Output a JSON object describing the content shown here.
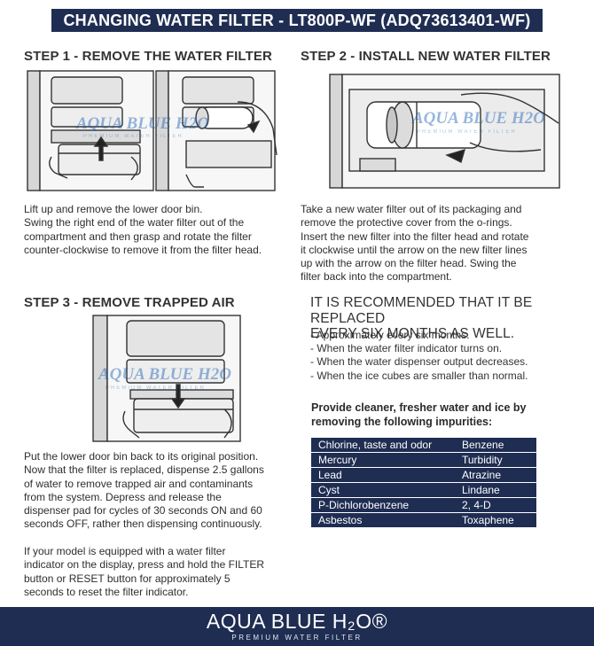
{
  "header": {
    "title": "CHANGING WATER FILTER - LT800P-WF (ADQ73613401-WF)"
  },
  "step1": {
    "title": "STEP 1 - REMOVE THE WATER FILTER",
    "lines": [
      "Lift up and remove the lower door bin.",
      "Swing the right end of the water filter out of the",
      "compartment and then grasp and rotate the filter",
      "counter-clockwise to remove it from the filter head."
    ]
  },
  "step2": {
    "title": "STEP 2 - INSTALL NEW WATER FILTER",
    "lines": [
      "Take a new water filter out of its packaging and",
      "remove the protective cover from the o-rings.",
      "Insert the new filter into the filter head and rotate",
      "it clockwise until the arrow on the new filter lines",
      "up with the arrow on the filter head. Swing the",
      "filter back into the compartment."
    ]
  },
  "step3": {
    "title": "STEP 3 - REMOVE TRAPPED AIR",
    "lines": [
      "Put the lower door bin back to its original position.",
      "Now that the filter is replaced, dispense 2.5 gallons",
      "of water to remove trapped air and contaminants",
      "from the system. Depress and release the",
      "dispenser pad for cycles of 30 seconds ON and 60",
      "seconds OFF, rather then dispensing continuously."
    ],
    "lines2": [
      "If your model is equipped with a water filter",
      "indicator on the display, press and hold the FILTER",
      "button or RESET button for approximately 5",
      "seconds to reset the filter indicator."
    ]
  },
  "recommend": {
    "title_line1": "IT IS RECOMMENDED THAT IT BE REPLACED",
    "title_line2": "EVERY SIX MONTHS AS WELL.",
    "items": [
      "- Approximately every six months.",
      "- When the water filter indicator turns on.",
      "- When the water dispenser output decreases.",
      "- When the ice cubes are smaller than normal."
    ]
  },
  "impurities": {
    "intro_line1": "Provide cleaner, fresher water and ice by",
    "intro_line2": "removing the following impurities:",
    "rows": [
      [
        "Chlorine, taste and odor",
        "Benzene"
      ],
      [
        "Mercury",
        "Turbidity"
      ],
      [
        "Lead",
        "Atrazine"
      ],
      [
        "Cyst",
        "Lindane"
      ],
      [
        "P-Dichlorobenzene",
        "2, 4-D"
      ],
      [
        "Asbestos",
        "Toxaphene"
      ]
    ]
  },
  "watermark": {
    "brand": "AQUA BLUE H2O",
    "tagline": "PREMIUM WATER FILTER"
  },
  "footer": {
    "brand": "AQUA BLUE H₂O®",
    "tagline": "PREMIUM WATER FILTER"
  },
  "colors": {
    "navy": "#1f2d52",
    "watermark_blue": "#1a5fb4"
  }
}
